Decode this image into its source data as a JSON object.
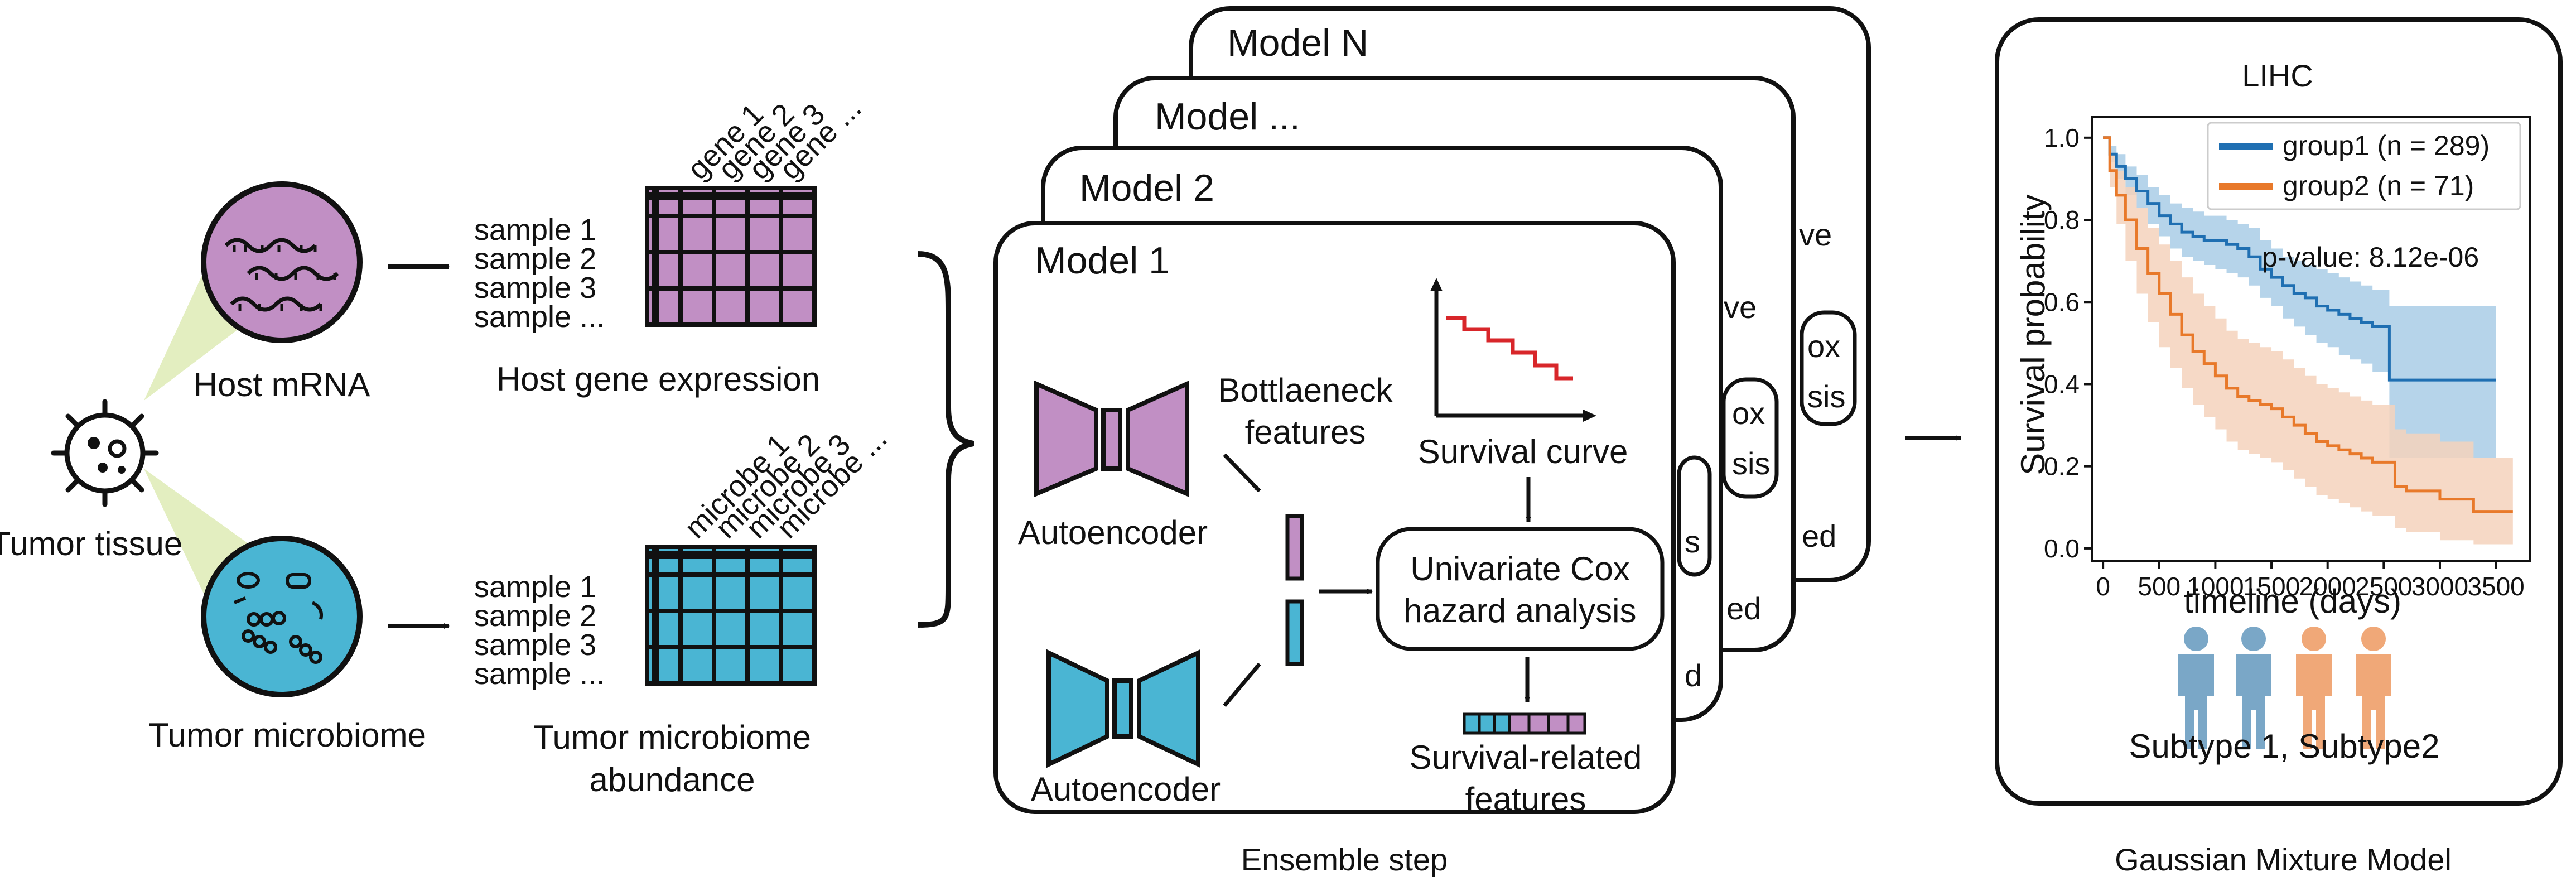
{
  "colors": {
    "purple": "#c18fc4",
    "blue": "#4ab5d3",
    "wedge": "#e3eec0",
    "group1": "#1f6fb2",
    "group2": "#e8792a",
    "group1_band": "#a9cde6",
    "group2_band": "#f5d2bc",
    "person_blue": "#7aa7c7",
    "person_orange": "#f0a878",
    "red": "#d8262a"
  },
  "icons": [
    "virus-icon",
    "mrna-icon",
    "microbe-icon",
    "person-icon",
    "encoder-icon",
    "arrow-icon",
    "brace-icon"
  ],
  "input": {
    "tissue_label": "Tumor tissue",
    "mrna_label": "Host mRNA",
    "microbiome_label": "Tumor microbiome"
  },
  "gene_matrix": {
    "columns": [
      "gene 1",
      "gene 2",
      "gene 3",
      "gene ..."
    ],
    "rows": [
      "sample 1",
      "sample 2",
      "sample 3",
      "sample ..."
    ],
    "caption": "Host gene expression"
  },
  "microbe_matrix": {
    "columns": [
      "microbe 1",
      "microbe 2",
      "microbe 3",
      "microbe ..."
    ],
    "rows": [
      "sample 1",
      "sample 2",
      "sample 3",
      "sample ..."
    ],
    "caption_line1": "Tumor microbiome",
    "caption_line2": "abundance"
  },
  "ensemble": {
    "models": [
      "Model N",
      "Model ...",
      "Model 2",
      "Model 1"
    ],
    "peek_texts": [
      "ve",
      "ve",
      "ox",
      "sis",
      "ox",
      "sis",
      "ed",
      "s",
      "ed",
      "d"
    ],
    "autoencoder_top": "Autoencoder",
    "autoencoder_bottom": "Autoencoder",
    "bottleneck_line1": "Bottlaeneck",
    "bottleneck_line2": "features",
    "survival_curve_label": "Survival curve",
    "cox_line1": "Univariate Cox",
    "cox_line2": "hazard analysis",
    "features_line1": "Survival-related",
    "features_line2": "features",
    "caption": "Ensemble step"
  },
  "result": {
    "caption": "Gaussian Mixture Model",
    "subtype_label": "Subtype 1, Subtype2"
  },
  "chart_data": {
    "type": "line",
    "title": "LIHC",
    "xlabel": "timeline (days)",
    "ylabel": "Survival probability",
    "xlim": [
      -100,
      3800
    ],
    "ylim": [
      -0.03,
      1.05
    ],
    "xticks": [
      0,
      500,
      1000,
      1500,
      2000,
      2500,
      3000,
      3500
    ],
    "yticks": [
      0.0,
      0.2,
      0.4,
      0.6,
      0.8,
      1.0
    ],
    "ytick_labels": [
      "0.0",
      "0.2",
      "0.4",
      "0.6",
      "0.8",
      "1.0"
    ],
    "legend_position": "top-right",
    "annotation": "p-value: 8.12e-06",
    "series": [
      {
        "name": "group1 (n = 289)",
        "color": "#1f6fb2",
        "band_color": "#a9cde6",
        "x": [
          0,
          60,
          120,
          200,
          300,
          400,
          500,
          600,
          700,
          800,
          900,
          1000,
          1100,
          1200,
          1300,
          1400,
          1500,
          1600,
          1700,
          1800,
          1900,
          2000,
          2100,
          2200,
          2300,
          2400,
          2550,
          3500
        ],
        "y": [
          1.0,
          0.96,
          0.93,
          0.9,
          0.87,
          0.84,
          0.81,
          0.79,
          0.77,
          0.76,
          0.75,
          0.75,
          0.74,
          0.73,
          0.71,
          0.68,
          0.66,
          0.64,
          0.62,
          0.61,
          0.59,
          0.58,
          0.57,
          0.56,
          0.55,
          0.54,
          0.41,
          0.41
        ],
        "lower": [
          1.0,
          0.94,
          0.9,
          0.86,
          0.83,
          0.79,
          0.76,
          0.73,
          0.71,
          0.7,
          0.69,
          0.68,
          0.67,
          0.66,
          0.64,
          0.61,
          0.59,
          0.56,
          0.54,
          0.52,
          0.5,
          0.49,
          0.47,
          0.46,
          0.45,
          0.43,
          0.22,
          0.22
        ],
        "upper": [
          1.0,
          0.98,
          0.96,
          0.93,
          0.91,
          0.88,
          0.86,
          0.84,
          0.83,
          0.82,
          0.81,
          0.81,
          0.8,
          0.79,
          0.78,
          0.75,
          0.73,
          0.71,
          0.7,
          0.69,
          0.68,
          0.67,
          0.66,
          0.65,
          0.64,
          0.63,
          0.59,
          0.59
        ]
      },
      {
        "name": "group2 (n = 71)",
        "color": "#e8792a",
        "band_color": "#f5d2bc",
        "x": [
          0,
          60,
          120,
          200,
          300,
          400,
          500,
          600,
          700,
          800,
          900,
          1000,
          1100,
          1200,
          1300,
          1400,
          1500,
          1600,
          1700,
          1800,
          1900,
          2000,
          2100,
          2200,
          2300,
          2400,
          2600,
          2700,
          3000,
          3300,
          3650
        ],
        "y": [
          1.0,
          0.92,
          0.86,
          0.8,
          0.73,
          0.67,
          0.62,
          0.57,
          0.52,
          0.48,
          0.45,
          0.42,
          0.39,
          0.37,
          0.36,
          0.35,
          0.34,
          0.32,
          0.3,
          0.28,
          0.26,
          0.25,
          0.24,
          0.23,
          0.22,
          0.21,
          0.15,
          0.14,
          0.12,
          0.09,
          0.09
        ],
        "lower": [
          1.0,
          0.88,
          0.79,
          0.7,
          0.62,
          0.55,
          0.49,
          0.44,
          0.39,
          0.35,
          0.32,
          0.29,
          0.26,
          0.24,
          0.23,
          0.22,
          0.21,
          0.19,
          0.17,
          0.15,
          0.13,
          0.12,
          0.11,
          0.1,
          0.09,
          0.08,
          0.05,
          0.04,
          0.02,
          0.01,
          0.01
        ],
        "upper": [
          1.0,
          0.96,
          0.92,
          0.88,
          0.83,
          0.78,
          0.74,
          0.7,
          0.66,
          0.62,
          0.59,
          0.56,
          0.53,
          0.51,
          0.5,
          0.49,
          0.48,
          0.46,
          0.44,
          0.42,
          0.4,
          0.39,
          0.38,
          0.37,
          0.36,
          0.35,
          0.29,
          0.28,
          0.26,
          0.22,
          0.22
        ]
      }
    ]
  }
}
